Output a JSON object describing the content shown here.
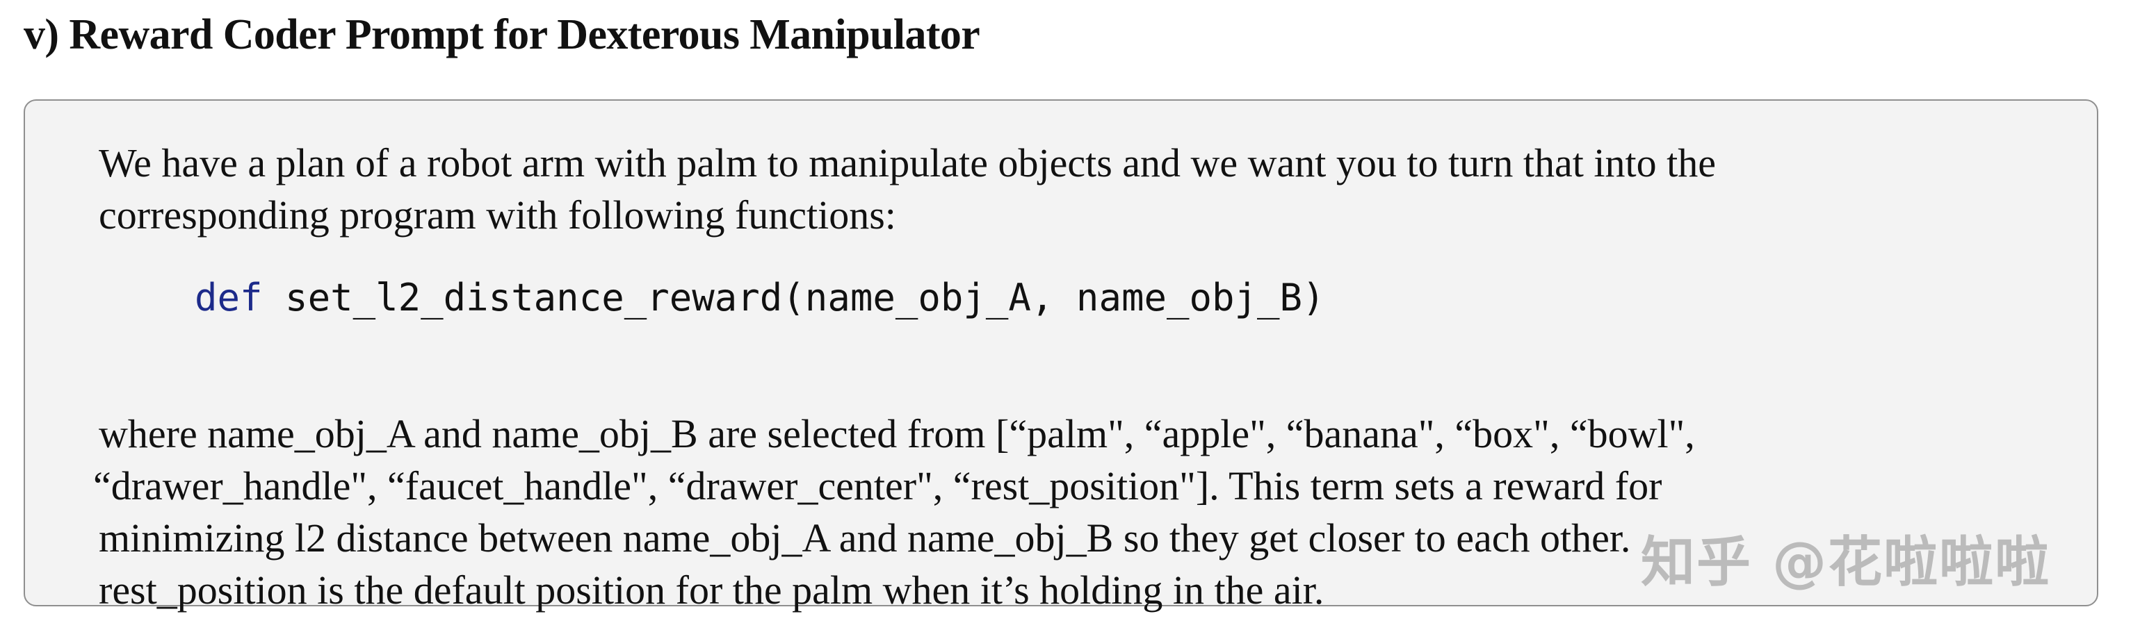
{
  "heading": "v) Reward Coder Prompt for Dexterous Manipulator",
  "intro": {
    "line1": "We have a plan of a robot arm with palm to manipulate objects and we want you to turn that into the",
    "line2": "corresponding program with following functions:"
  },
  "code": {
    "keyword": "def",
    "signature": " set_l2_distance_reward(name_obj_A, name_obj_B)"
  },
  "description": {
    "line1": "where name_obj_A and name_obj_B are selected from [“palm\", “apple\", “banana\", “box\", “bowl\",",
    "line2": "“drawer_handle\", “faucet_handle\", “drawer_center\", “rest_position\"]. This term sets a reward for",
    "line3": "minimizing l2 distance between name_obj_A and name_obj_B so they get closer to each other.",
    "line4": "rest_position is the default position for the palm when it’s holding in the air."
  },
  "watermark": "知乎 @花啦啦啦"
}
